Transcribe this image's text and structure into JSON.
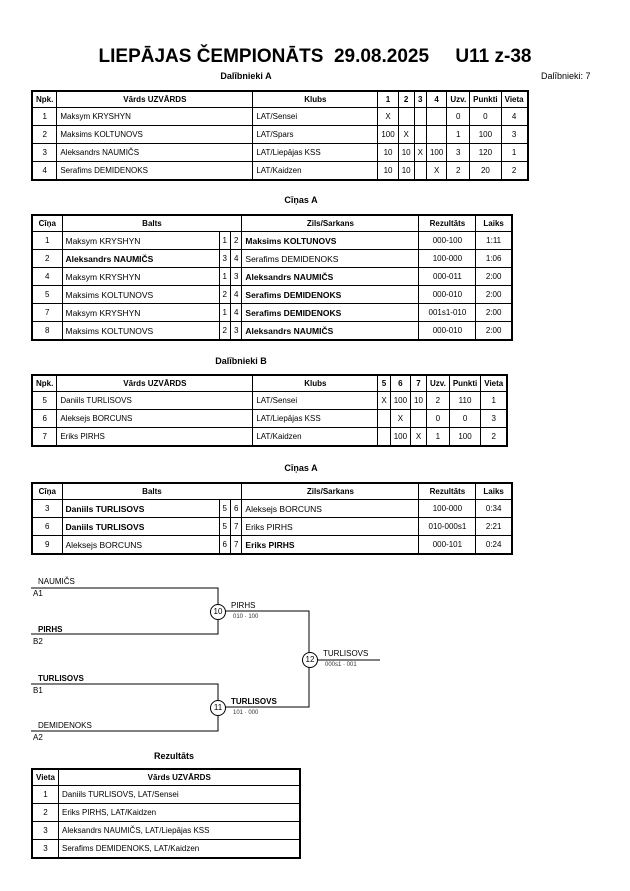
{
  "header": {
    "title": "LIEPĀJAS ČEMPIONĀTS  29.08.2025     U11 z-38"
  },
  "groupA": {
    "title": "Dalībnieki A",
    "count": "Dalībnieki: 7",
    "headers": [
      "Npk.",
      "Vārds UZVĀRDS",
      "Klubs",
      "1",
      "2",
      "3",
      "4",
      "Uzv.",
      "Punkti",
      "Vieta"
    ],
    "rows": [
      [
        "1",
        "Maksym KRYSHYN",
        "LAT/Sensei",
        "X",
        "",
        "",
        "",
        "0",
        "0",
        "4"
      ],
      [
        "2",
        "Maksims KOLTUNOVS",
        "LAT/Spars",
        "100",
        "X",
        "",
        "",
        "1",
        "100",
        "3"
      ],
      [
        "3",
        "Aleksandrs NAUMIČS",
        "LAT/Liepājas KSS",
        "10",
        "10",
        "X",
        "100",
        "3",
        "120",
        "1"
      ],
      [
        "4",
        "Serafims DEMIDENOKS",
        "LAT/Kaidzen",
        "10",
        "10",
        "",
        "X",
        "2",
        "20",
        "2"
      ]
    ]
  },
  "fightsA": {
    "title": "Cīņas A",
    "headers": [
      "Cīņa",
      "Balts",
      "Zils/Sarkans",
      "Rezultāts",
      "Laiks"
    ],
    "rows": [
      [
        "1",
        "Maksym KRYSHYN",
        "1",
        "2",
        "Maksims KOLTUNOVS",
        "000-100",
        "1:11"
      ],
      [
        "2",
        "Aleksandrs NAUMIČS",
        "3",
        "4",
        "Serafims DEMIDENOKS",
        "100-000",
        "1:06"
      ],
      [
        "4",
        "Maksym KRYSHYN",
        "1",
        "3",
        "Aleksandrs NAUMIČS",
        "000-011",
        "2:00"
      ],
      [
        "5",
        "Maksims KOLTUNOVS",
        "2",
        "4",
        "Serafims DEMIDENOKS",
        "000-010",
        "2:00"
      ],
      [
        "7",
        "Maksym KRYSHYN",
        "1",
        "4",
        "Serafims DEMIDENOKS",
        "001s1-010",
        "2:00"
      ],
      [
        "8",
        "Maksims KOLTUNOVS",
        "2",
        "3",
        "Aleksandrs NAUMIČS",
        "000-010",
        "2:00"
      ]
    ],
    "winnerSide": [
      "blue",
      "white",
      "blue",
      "blue",
      "blue",
      "blue"
    ]
  },
  "groupB": {
    "title": "Dalībnieki B",
    "headers": [
      "Npk.",
      "Vārds UZVĀRDS",
      "Klubs",
      "5",
      "6",
      "7",
      "Uzv.",
      "Punkti",
      "Vieta"
    ],
    "rows": [
      [
        "5",
        "Daniils TURLISOVS",
        "LAT/Sensei",
        "X",
        "100",
        "10",
        "2",
        "110",
        "1"
      ],
      [
        "6",
        "Aleksejs BORCUNS",
        "LAT/Liepājas KSS",
        "",
        "X",
        "",
        "0",
        "0",
        "3"
      ],
      [
        "7",
        "Eriks PIRHS",
        "LAT/Kaidzen",
        "",
        "100",
        "X",
        "1",
        "100",
        "2"
      ]
    ]
  },
  "fightsB": {
    "title": "Cīņas A",
    "headers": [
      "Cīņa",
      "Balts",
      "Zils/Sarkans",
      "Rezultāts",
      "Laiks"
    ],
    "rows": [
      [
        "3",
        "Daniils TURLISOVS",
        "5",
        "6",
        "Aleksejs BORCUNS",
        "100-000",
        "0:34"
      ],
      [
        "6",
        "Daniils TURLISOVS",
        "5",
        "7",
        "Eriks PIRHS",
        "010-000s1",
        "2:21"
      ],
      [
        "9",
        "Aleksejs BORCUNS",
        "6",
        "7",
        "Eriks PIRHS",
        "000-101",
        "0:24"
      ]
    ],
    "winnerSide": [
      "white",
      "white",
      "blue"
    ]
  },
  "bracket": {
    "sf1_top": "NAUMIČS",
    "sf1_top_seed": "A1",
    "sf1_bot": "PIRHS",
    "sf1_bot_seed": "B2",
    "sf2_top": "TURLISOVS",
    "sf2_top_seed": "B1",
    "sf2_bot": "DEMIDENOKS",
    "sf2_bot_seed": "A2",
    "m10": "10",
    "m10_winner": "PIRHS",
    "m10_score": "010 · 100",
    "m11": "11",
    "m11_winner": "TURLISOVS",
    "m11_score": "101 · 000",
    "m12": "12",
    "m12_winner": "TURLISOVS",
    "m12_score": "000s1 · 001"
  },
  "results": {
    "title": "Rezultāts",
    "headers": [
      "Vieta",
      "Vārds UZVĀRDS"
    ],
    "rows": [
      [
        "1",
        "Daniils TURLISOVS, LAT/Sensei"
      ],
      [
        "2",
        "Eriks PIRHS, LAT/Kaidzen"
      ],
      [
        "3",
        "Aleksandrs NAUMIČS, LAT/Liepājas KSS"
      ],
      [
        "3",
        "Serafims DEMIDENOKS, LAT/Kaidzen"
      ]
    ]
  }
}
